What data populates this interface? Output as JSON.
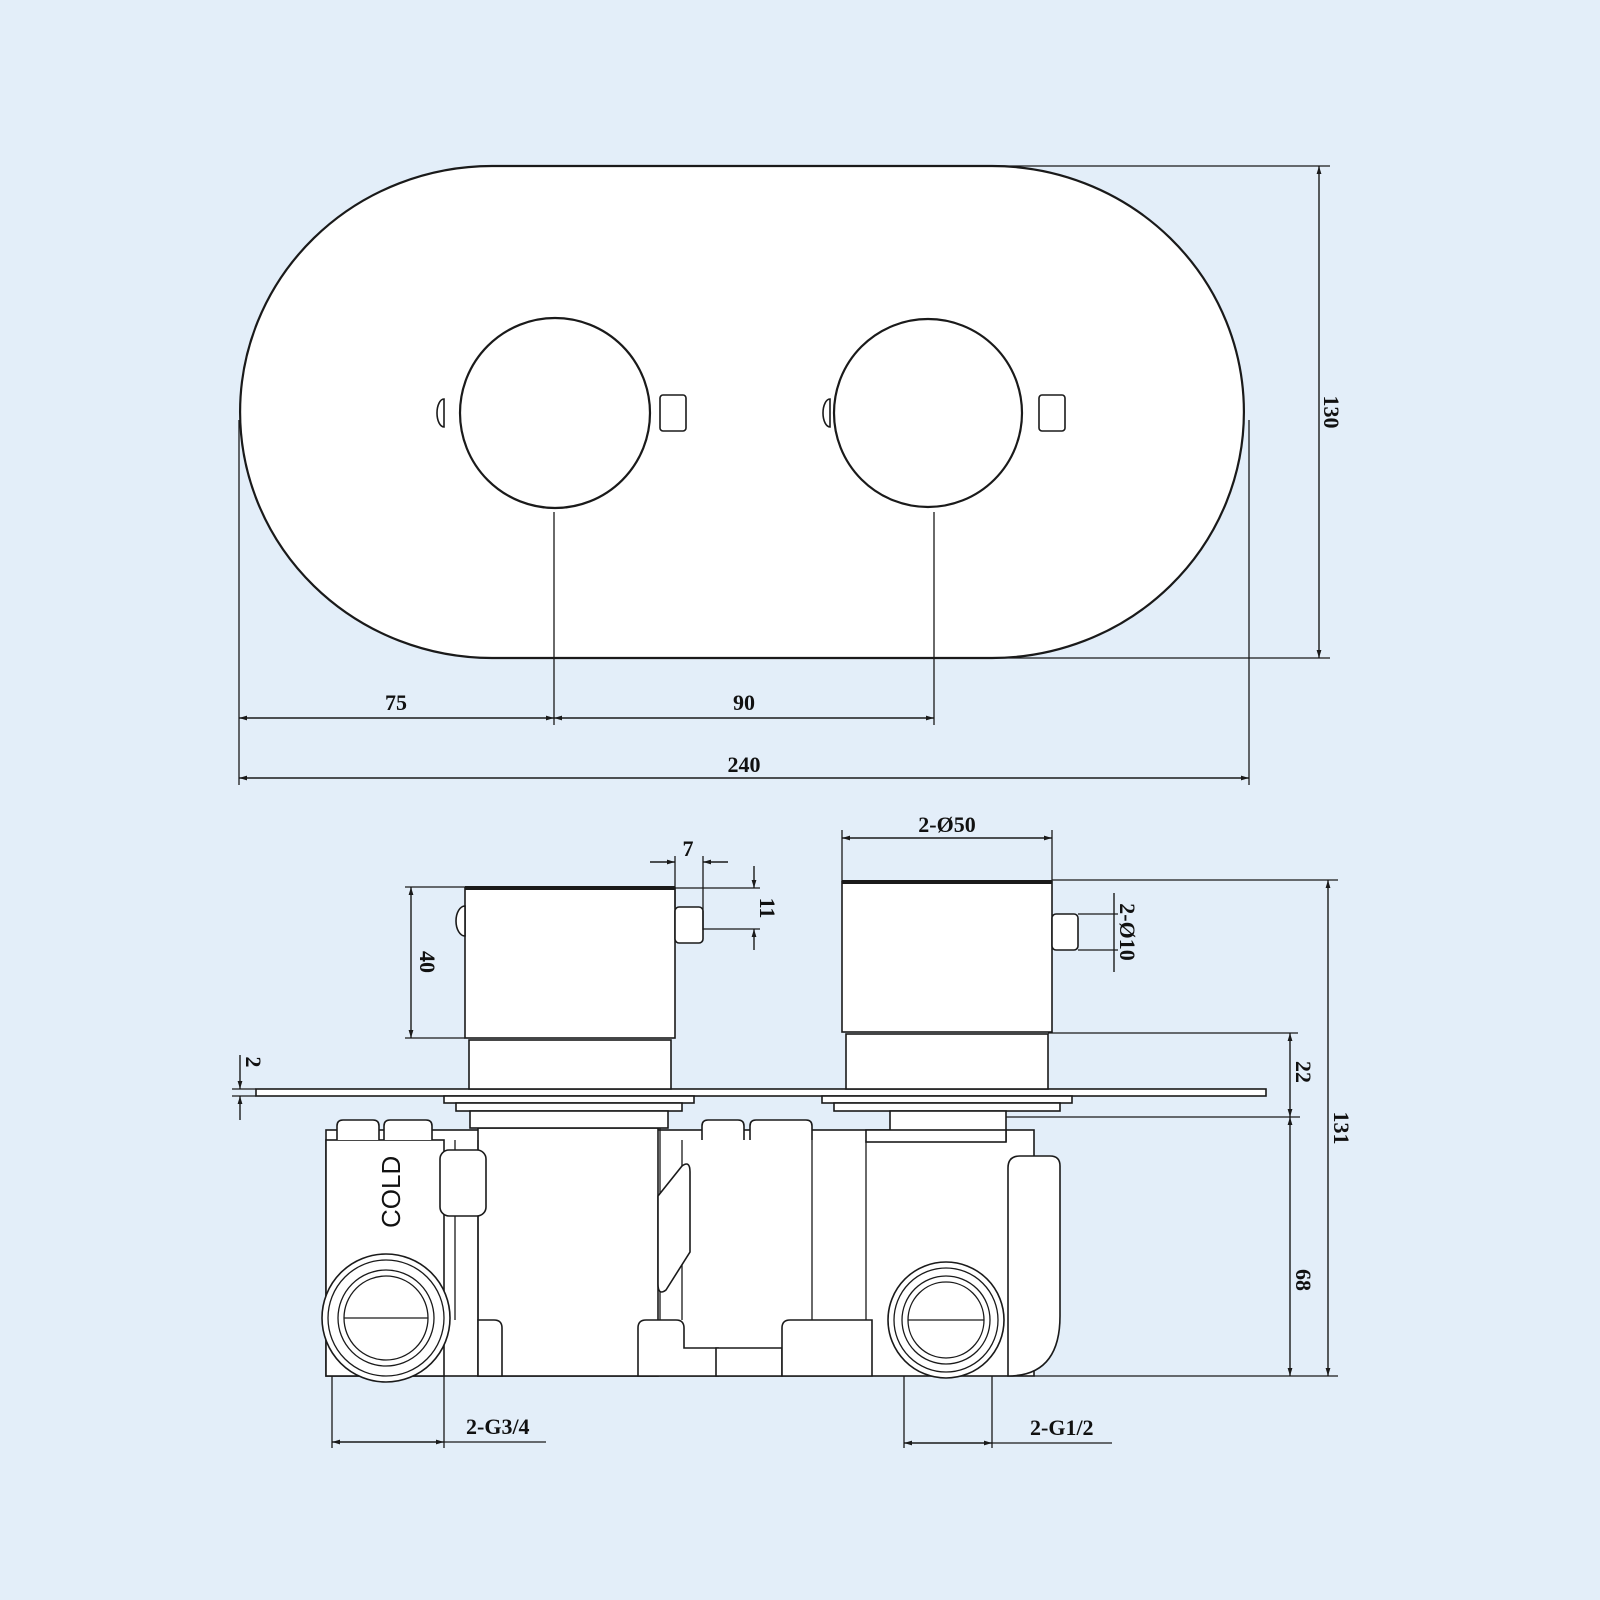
{
  "colors": {
    "background": "#e3eef9",
    "line": "#1a1a1a",
    "part_fill": "#ffffff"
  },
  "front_view": {
    "dimensions": {
      "overall_width": "240",
      "overall_height": "130",
      "left_to_first_handle": "75",
      "handle_spacing": "90"
    }
  },
  "side_view": {
    "label_cold": "COLD",
    "dimensions": {
      "knob_diameter": "2-Ø50",
      "lever_length": "7",
      "lever_height": "11",
      "lever_diameter": "2-Ø10",
      "knob_height": "40",
      "plate_thickness": "2",
      "sleeve_depth": "22",
      "body_depth": "68",
      "overall_depth": "131",
      "inlet_thread": "2-G3/4",
      "outlet_thread": "2-G1/2"
    }
  }
}
